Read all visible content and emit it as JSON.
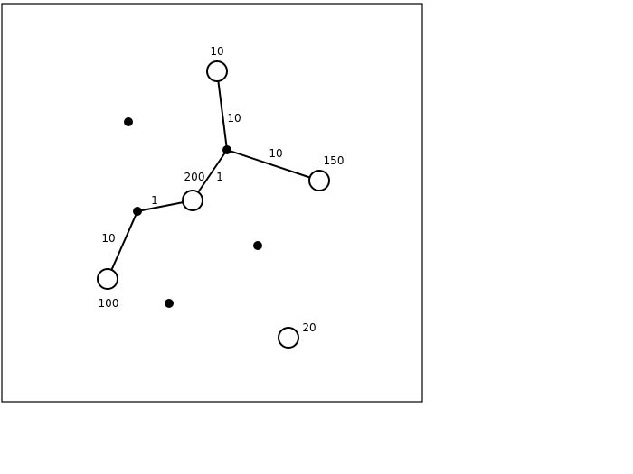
{
  "diagram": {
    "node_labels": {
      "n10": "10",
      "n150": "150",
      "n200": "200",
      "n100": "100",
      "n20": "20"
    },
    "edge_labels": {
      "e_top": "10",
      "e_right": "10",
      "e_mid": "1",
      "e_left_short": "1",
      "e_left_long": "10"
    }
  }
}
